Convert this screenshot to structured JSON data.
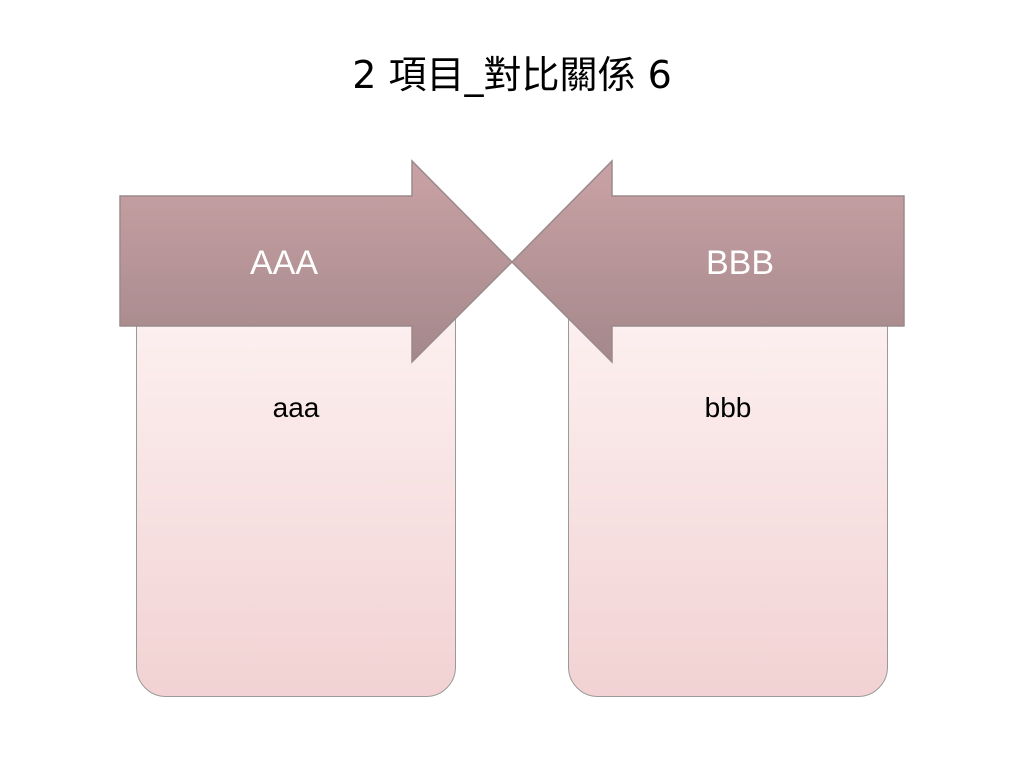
{
  "title": "2 項目_對比關係 6",
  "left": {
    "header": "AAA",
    "body": "aaa"
  },
  "right": {
    "header": "BBB",
    "body": "bbb"
  },
  "colors": {
    "arrow_top": "#caa2a5",
    "arrow_bottom": "#a4888b",
    "box_top": "#fdf1f1",
    "box_bottom": "#f2d2d3",
    "border": "#9a9a9a"
  }
}
